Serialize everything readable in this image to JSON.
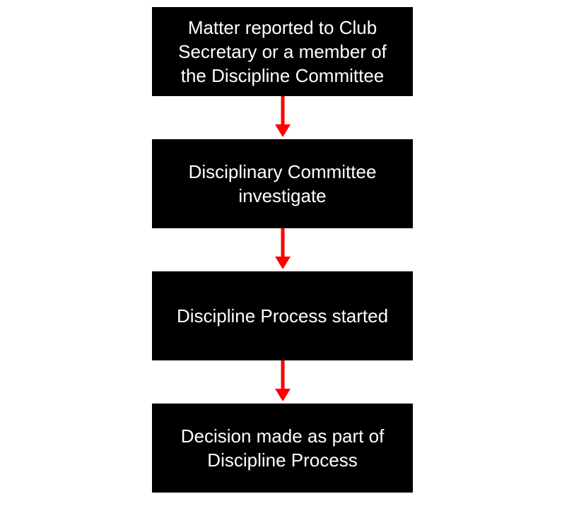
{
  "flowchart": {
    "steps": [
      {
        "label": "Matter reported to Club\nSecretary or a member of\nthe Discipline Committee"
      },
      {
        "label": "Disciplinary Committee\ninvestigate"
      },
      {
        "label": "Discipline Process started"
      },
      {
        "label": "Decision made as part of\nDiscipline Process"
      }
    ],
    "box_color": "#000000",
    "text_color": "#ffffff",
    "arrow_color": "#ff0000",
    "arrow_icon": "arrow-down-icon"
  }
}
